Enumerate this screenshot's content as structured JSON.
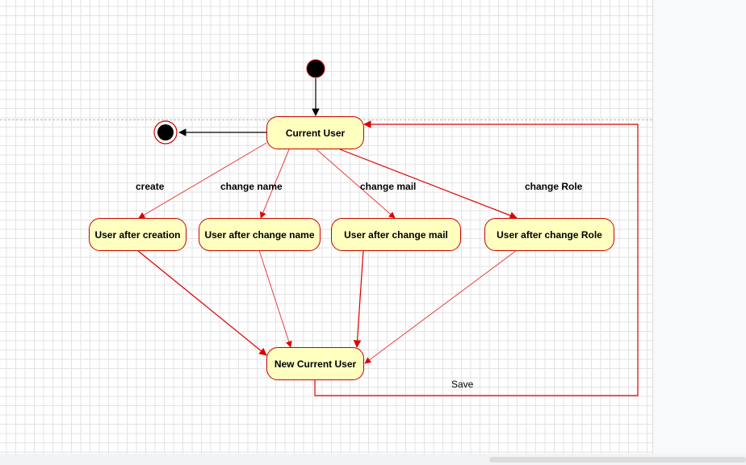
{
  "diagram": {
    "states": {
      "current_user": "Current User",
      "user_after_creation": "User after creation",
      "user_after_change_name": "User after change name",
      "user_after_change_mail": "User after change mail",
      "user_after_change_role": "User after change Role",
      "new_current_user": "New Current User"
    },
    "transitions": {
      "create": "create",
      "change_name": "change name",
      "change_mail": "change mail",
      "change_role": "change Role",
      "save": "Save"
    }
  },
  "colors": {
    "state_fill": "#ffffc0",
    "state_border": "#cc0000",
    "transition": "#dd0000",
    "initial": "#000000"
  }
}
